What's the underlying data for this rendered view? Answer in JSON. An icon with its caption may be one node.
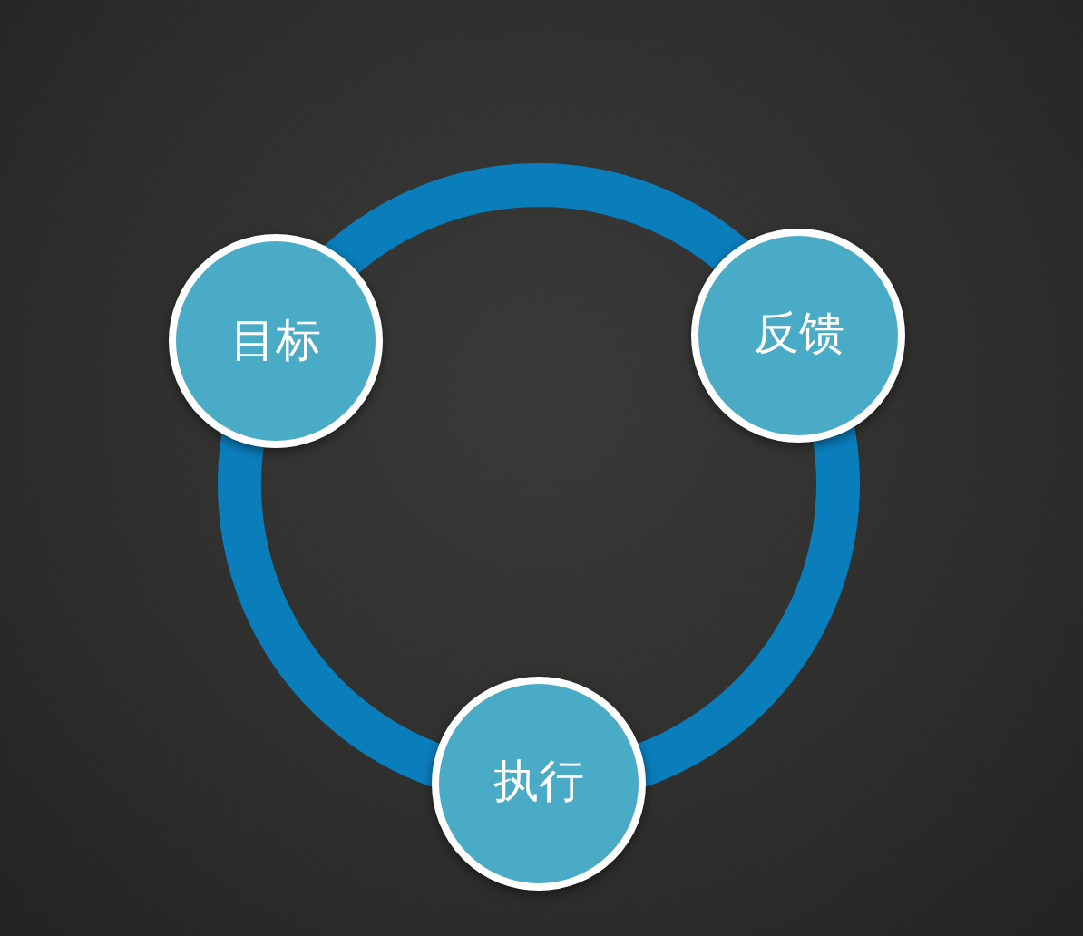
{
  "diagram": {
    "nodes": [
      {
        "text": [
          "目标"
        ]
      },
      {
        "text": [
          "反馈"
        ]
      },
      {
        "text": [
          "执行"
        ]
      }
    ],
    "edges": [
      {
        "from": 0,
        "to": 1,
        "arrow": "none"
      },
      {
        "from": 1,
        "to": 2,
        "arrow": "none"
      },
      {
        "from": 2,
        "to": 0,
        "arrow": "none"
      }
    ]
  }
}
